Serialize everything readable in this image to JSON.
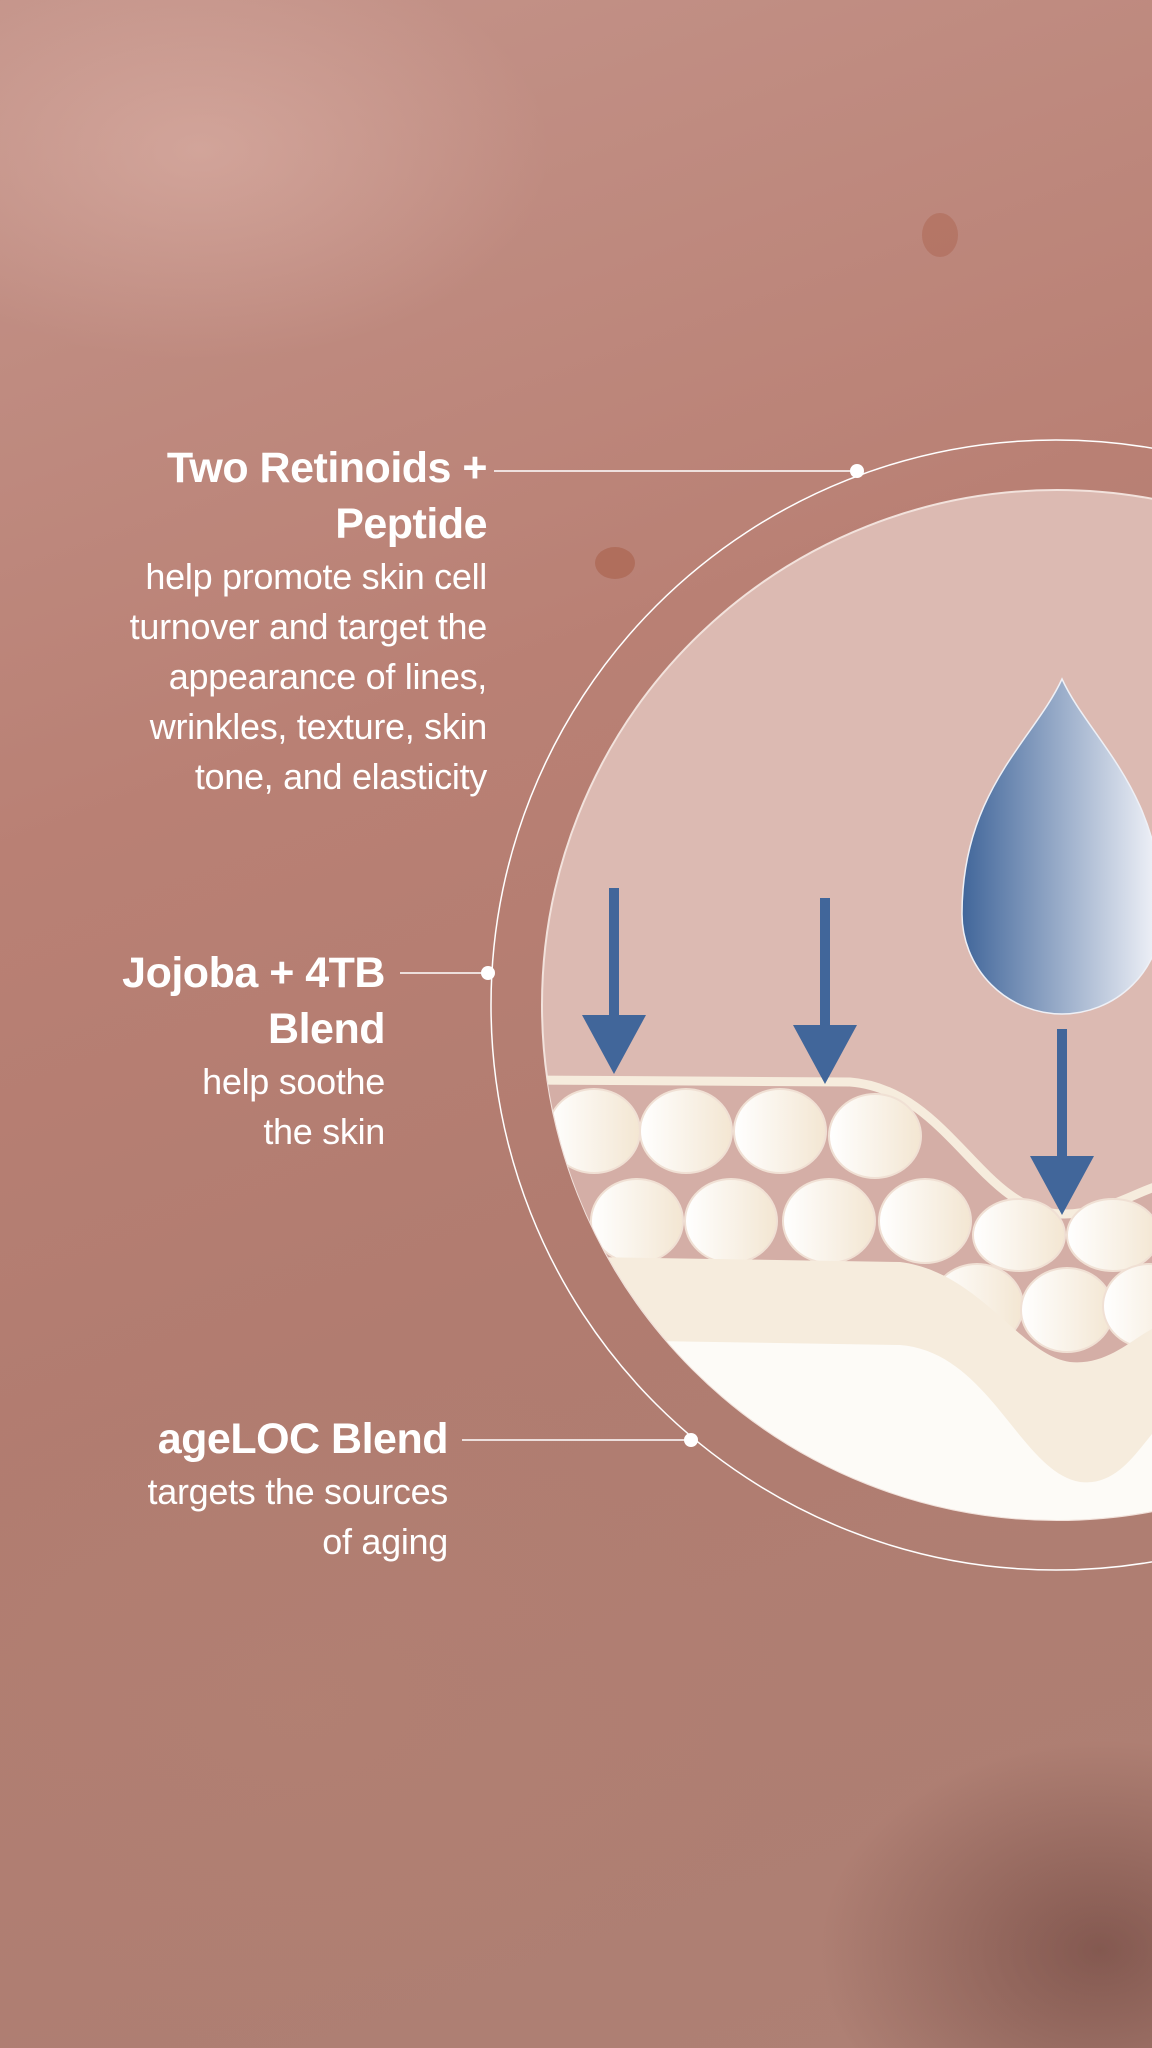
{
  "callouts": [
    {
      "heading": [
        "Two Retinoids +",
        "Peptide"
      ],
      "body": [
        "help promote skin cell",
        "turnover and target the",
        "appearance of lines,",
        "wrinkles, texture, skin",
        "tone, and elasticity"
      ]
    },
    {
      "heading": [
        "Jojoba + 4TB",
        "Blend"
      ],
      "body": [
        "help soothe",
        "the skin"
      ]
    },
    {
      "heading": [
        "ageLOC Blend"
      ],
      "body": [
        "targets the sources",
        "of aging"
      ]
    }
  ],
  "colors": {
    "arrow": "#41669a",
    "cell": "#fdf9f1",
    "cream": "#f6ecdd",
    "line": "#ffffff"
  }
}
